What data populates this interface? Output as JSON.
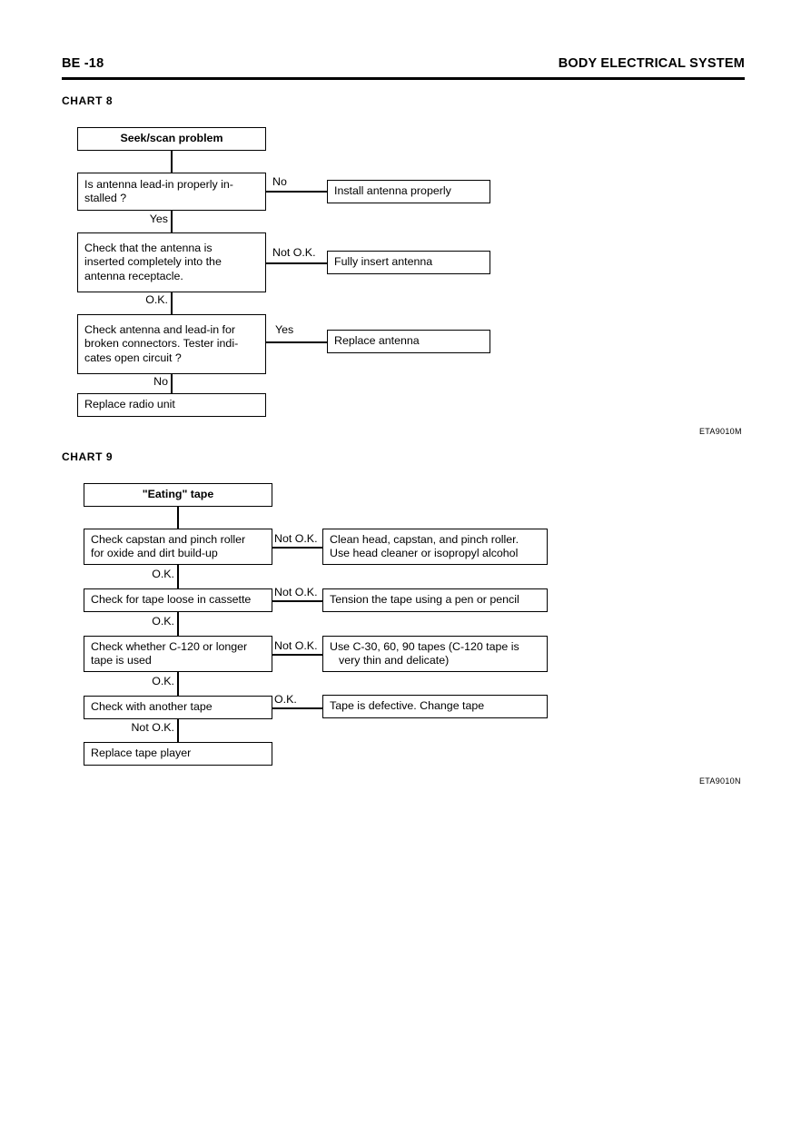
{
  "header": {
    "page_number": "BE -18",
    "doc_title": "BODY ELECTRICAL SYSTEM"
  },
  "charts": [
    {
      "label": "CHART 8",
      "caption": "ETA9010M",
      "title_box": "Seek/scan problem",
      "nodes": [
        {
          "id": "c8-q1",
          "lines": [
            "Is antenna lead-in properly in-",
            "stalled ?"
          ]
        },
        {
          "id": "c8-q2",
          "lines": [
            "Check that the antenna is",
            "inserted completely into the",
            "antenna receptacle."
          ]
        },
        {
          "id": "c8-q3",
          "lines": [
            "Check antenna and lead-in for",
            "broken connectors. Tester indi-",
            "cates open circuit ?"
          ]
        },
        {
          "id": "c8-end",
          "lines": [
            "Replace radio unit"
          ]
        }
      ],
      "actions": [
        {
          "id": "c8-a1",
          "lines": [
            "Install antenna properly"
          ]
        },
        {
          "id": "c8-a2",
          "lines": [
            "Fully insert antenna"
          ]
        },
        {
          "id": "c8-a3",
          "lines": [
            "Replace antenna"
          ]
        }
      ],
      "branch_labels": {
        "q1_right": "No",
        "q1_down": "Yes",
        "q2_right": "Not O.K.",
        "q2_down": "O.K.",
        "q3_right": "Yes",
        "q3_down": "No"
      }
    },
    {
      "label": "CHART 9",
      "caption": "ETA9010N",
      "title_box": "\"Eating\" tape",
      "nodes": [
        {
          "id": "c9-q1",
          "lines": [
            "Check capstan and pinch roller",
            "for oxide and dirt build-up"
          ]
        },
        {
          "id": "c9-q2",
          "lines": [
            "Check for tape loose in cassette"
          ]
        },
        {
          "id": "c9-q3",
          "lines": [
            "Check whether C-120 or longer",
            "tape is used"
          ]
        },
        {
          "id": "c9-q4",
          "lines": [
            "Check with another tape"
          ]
        },
        {
          "id": "c9-end",
          "lines": [
            "Replace tape player"
          ]
        }
      ],
      "actions": [
        {
          "id": "c9-a1",
          "lines": [
            "Clean head, capstan, and pinch roller.",
            "Use head cleaner or isopropyl alcohol"
          ]
        },
        {
          "id": "c9-a2",
          "lines": [
            "Tension the tape using a pen or pencil"
          ]
        },
        {
          "id": "c9-a3",
          "lines": [
            "Use C-30, 60, 90 tapes (C-120 tape is",
            "very thin and delicate)"
          ]
        },
        {
          "id": "c9-a4",
          "lines": [
            "Tape is defective. Change tape"
          ]
        }
      ],
      "branch_labels": {
        "q1_right": "Not O.K.",
        "q1_down": "O.K.",
        "q2_right": "Not O.K.",
        "q2_down": "O.K.",
        "q3_right": "Not O.K.",
        "q3_down": "O.K.",
        "q4_right": "O.K.",
        "q4_down": "Not O.K."
      }
    }
  ]
}
